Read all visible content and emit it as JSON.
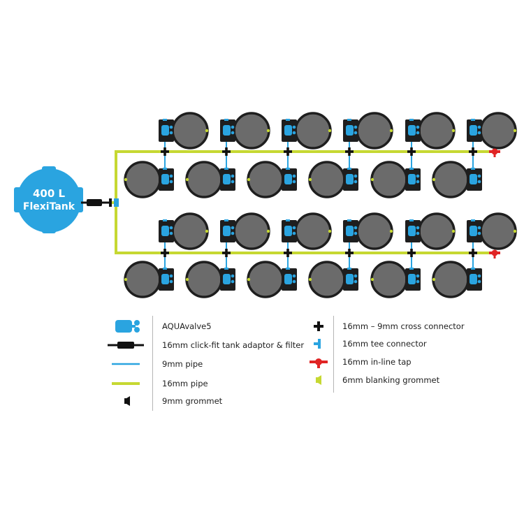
{
  "tank": {
    "volume": "400 L",
    "name": "FlexiTank"
  },
  "system": {
    "rows": 2,
    "valves_per_row": 12
  },
  "colors": {
    "tank_blue": "#2aa4e0",
    "pipe_9mm": "#2aa4e0",
    "pipe_16mm": "#c6d832",
    "tap_red": "#e02424",
    "pot_fill": "#6b6b6b",
    "pot_ring": "#1e1e1e",
    "valve_body": "#1e1e1e",
    "connector_black": "#111111"
  },
  "legend": {
    "left": [
      {
        "symbol": "aquavalve-icon",
        "label": "AQUAvalve5"
      },
      {
        "symbol": "tank-adaptor-filter-icon",
        "label": "16mm click-fit tank adaptor & filter"
      },
      {
        "symbol": "pipe-9mm-icon",
        "label": "9mm pipe"
      },
      {
        "symbol": "pipe-16mm-icon",
        "label": "16mm pipe"
      },
      {
        "symbol": "grommet-9mm-icon",
        "label": "9mm grommet"
      }
    ],
    "right": [
      {
        "symbol": "cross-connector-icon",
        "label": "16mm – 9mm cross connector"
      },
      {
        "symbol": "tee-connector-icon",
        "label": "16mm tee connector"
      },
      {
        "symbol": "inline-tap-icon",
        "label": "16mm in-line tap"
      },
      {
        "symbol": "blanking-grommet-icon",
        "label": "6mm blanking grommet"
      }
    ]
  }
}
